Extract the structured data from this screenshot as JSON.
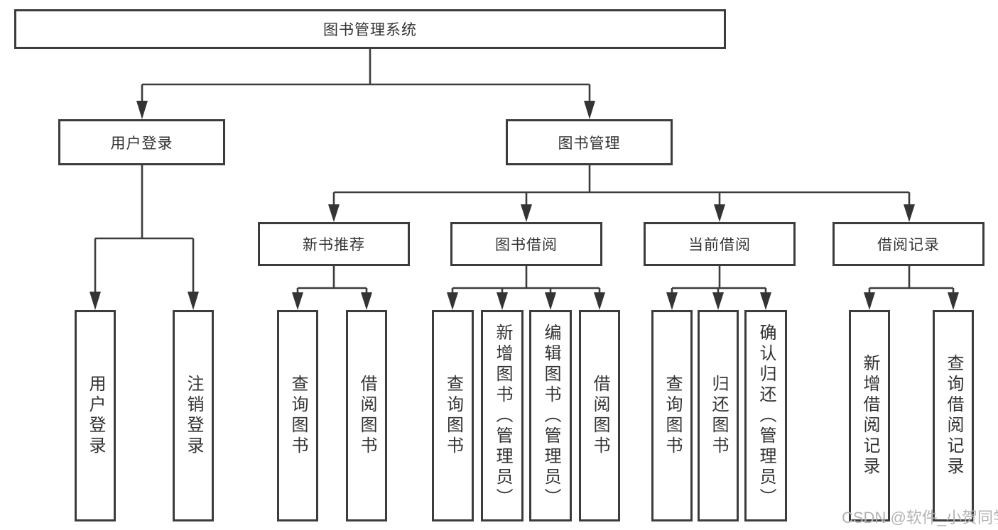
{
  "tree": {
    "root": {
      "label": "图书管理系统"
    },
    "level2": [
      {
        "id": "user-login",
        "label": "用户登录",
        "children": [
          {
            "label": "用户登录"
          },
          {
            "label": "注销登录"
          }
        ]
      },
      {
        "id": "book-management",
        "label": "图书管理"
      }
    ],
    "level3": [
      {
        "id": "new-book-recommendation",
        "label": "新书推荐",
        "children": [
          {
            "label": "查询图书"
          },
          {
            "label": "借阅图书"
          }
        ]
      },
      {
        "id": "book-borrowing",
        "label": "图书借阅",
        "children": [
          {
            "label": "查询图书"
          },
          {
            "label": "新增图书（管理员）"
          },
          {
            "label": "编辑图书（管理员）"
          },
          {
            "label": "借阅图书"
          }
        ]
      },
      {
        "id": "current-borrowing",
        "label": "当前借阅",
        "children": [
          {
            "label": "查询图书"
          },
          {
            "label": "归还图书"
          },
          {
            "label": "确认归还（管理员）"
          }
        ]
      },
      {
        "id": "borrowing-records",
        "label": "借阅记录",
        "children": [
          {
            "label": "新增借阅记录"
          },
          {
            "label": "查询借阅记录"
          }
        ]
      }
    ]
  },
  "watermark": "CSDN @软件_小贺同学",
  "colors": {
    "line": "#3c3c3c",
    "text": "#333333",
    "background": "#ffffff",
    "watermark": "#b3b3b3"
  }
}
